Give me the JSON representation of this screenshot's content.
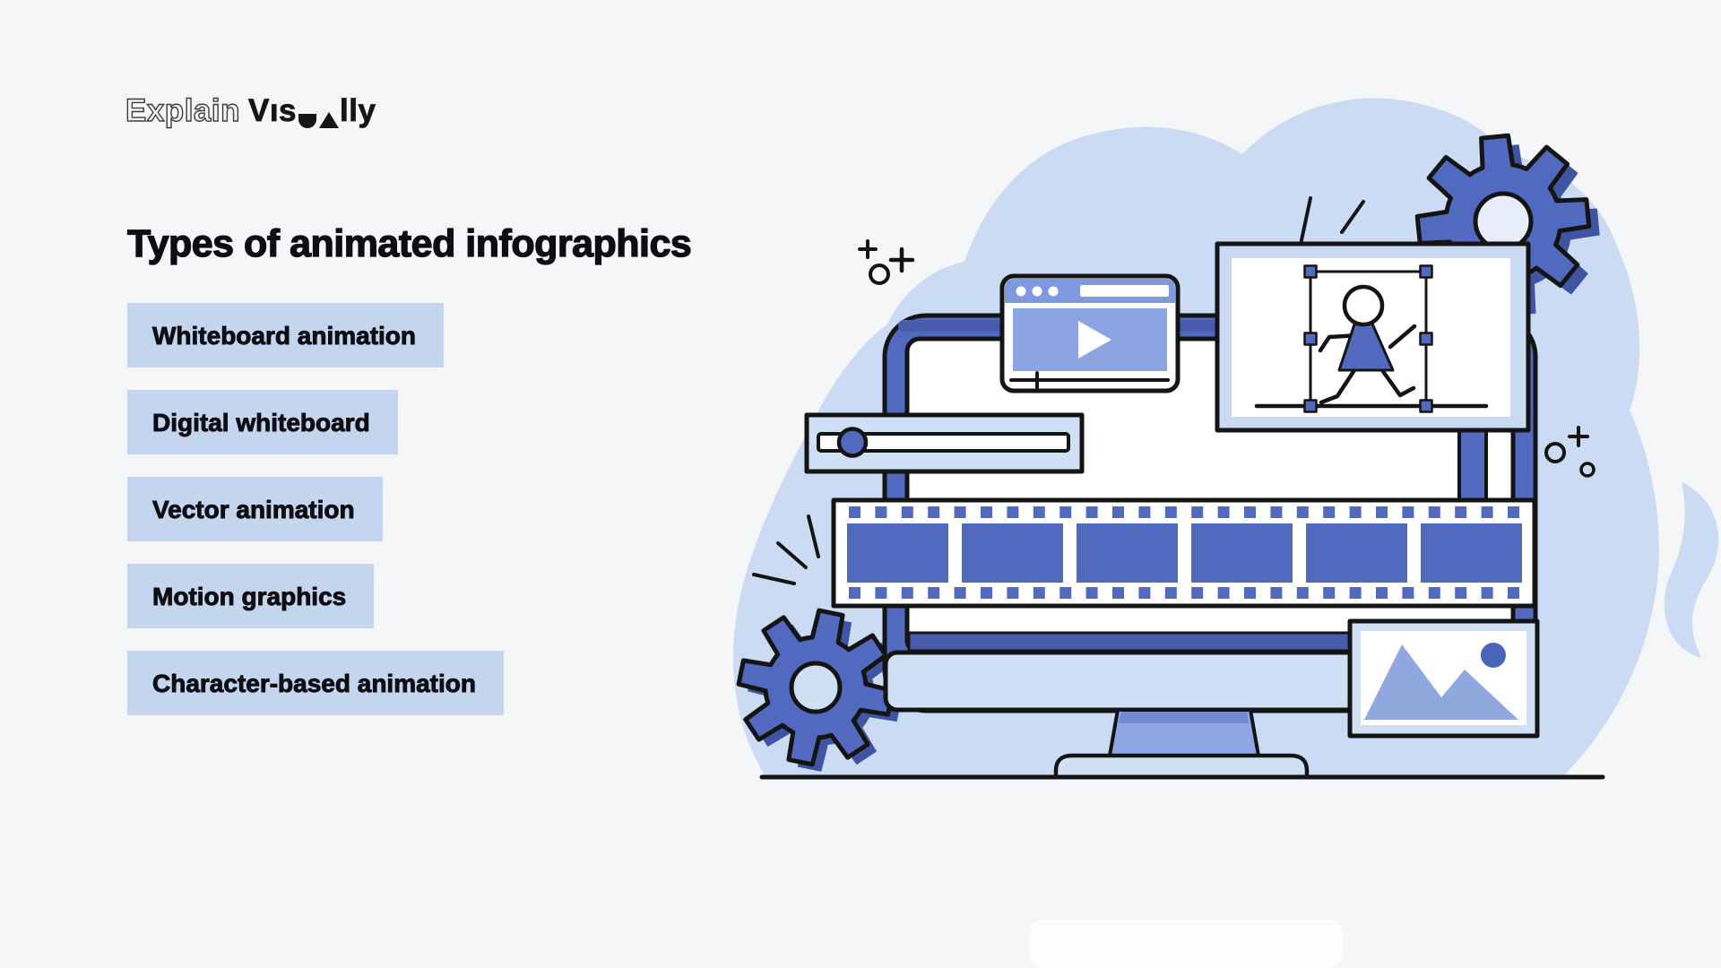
{
  "logo": {
    "word1": "Explain",
    "word2": "Visually",
    "word2_seg1": "Vıs",
    "word2_seg2": "lly"
  },
  "header": {
    "title": "Types of animated infographics"
  },
  "list": {
    "items": [
      {
        "label": "Whiteboard animation"
      },
      {
        "label": "Digital whiteboard"
      },
      {
        "label": "Vector animation"
      },
      {
        "label": "Motion graphics"
      },
      {
        "label": "Character-based animation"
      }
    ]
  },
  "illustration": {
    "description": "Computer monitor with animation-editing elements: video player window, character selection frame, slider, film strip, gears, image placeholder",
    "film_strip": {
      "frame_count": 6,
      "sprocket_count_per_row": 26
    },
    "gear_count": 2,
    "selection_handle_count": 6,
    "icons": [
      "gear-icon",
      "play-icon",
      "film-strip-icon",
      "image-placeholder-icon",
      "slider-icon",
      "browser-window-icon",
      "character-selection-icon",
      "sparkle-icon",
      "mountain-icon",
      "sun-icon"
    ],
    "colors": {
      "background": "#f4f6f8",
      "blob": "#cadbf3",
      "highlight": "#c3d6ee",
      "outline": "#141414",
      "primary": "#5269c0",
      "primary_dark": "#4054a4",
      "strip_dark": "#4a5cad",
      "mid": "#8aa5e2",
      "bar": "#7e99dd",
      "pale": "#cfe0f5",
      "frame_bg": "#c9daf2",
      "mount": "#8fa9df",
      "sun": "#4a64ba",
      "stand": "#8ea6e2",
      "stand_dark": "#7288cf",
      "hole": "#e7eef9",
      "white": "#ffffff",
      "text": "#0d0d12"
    }
  }
}
